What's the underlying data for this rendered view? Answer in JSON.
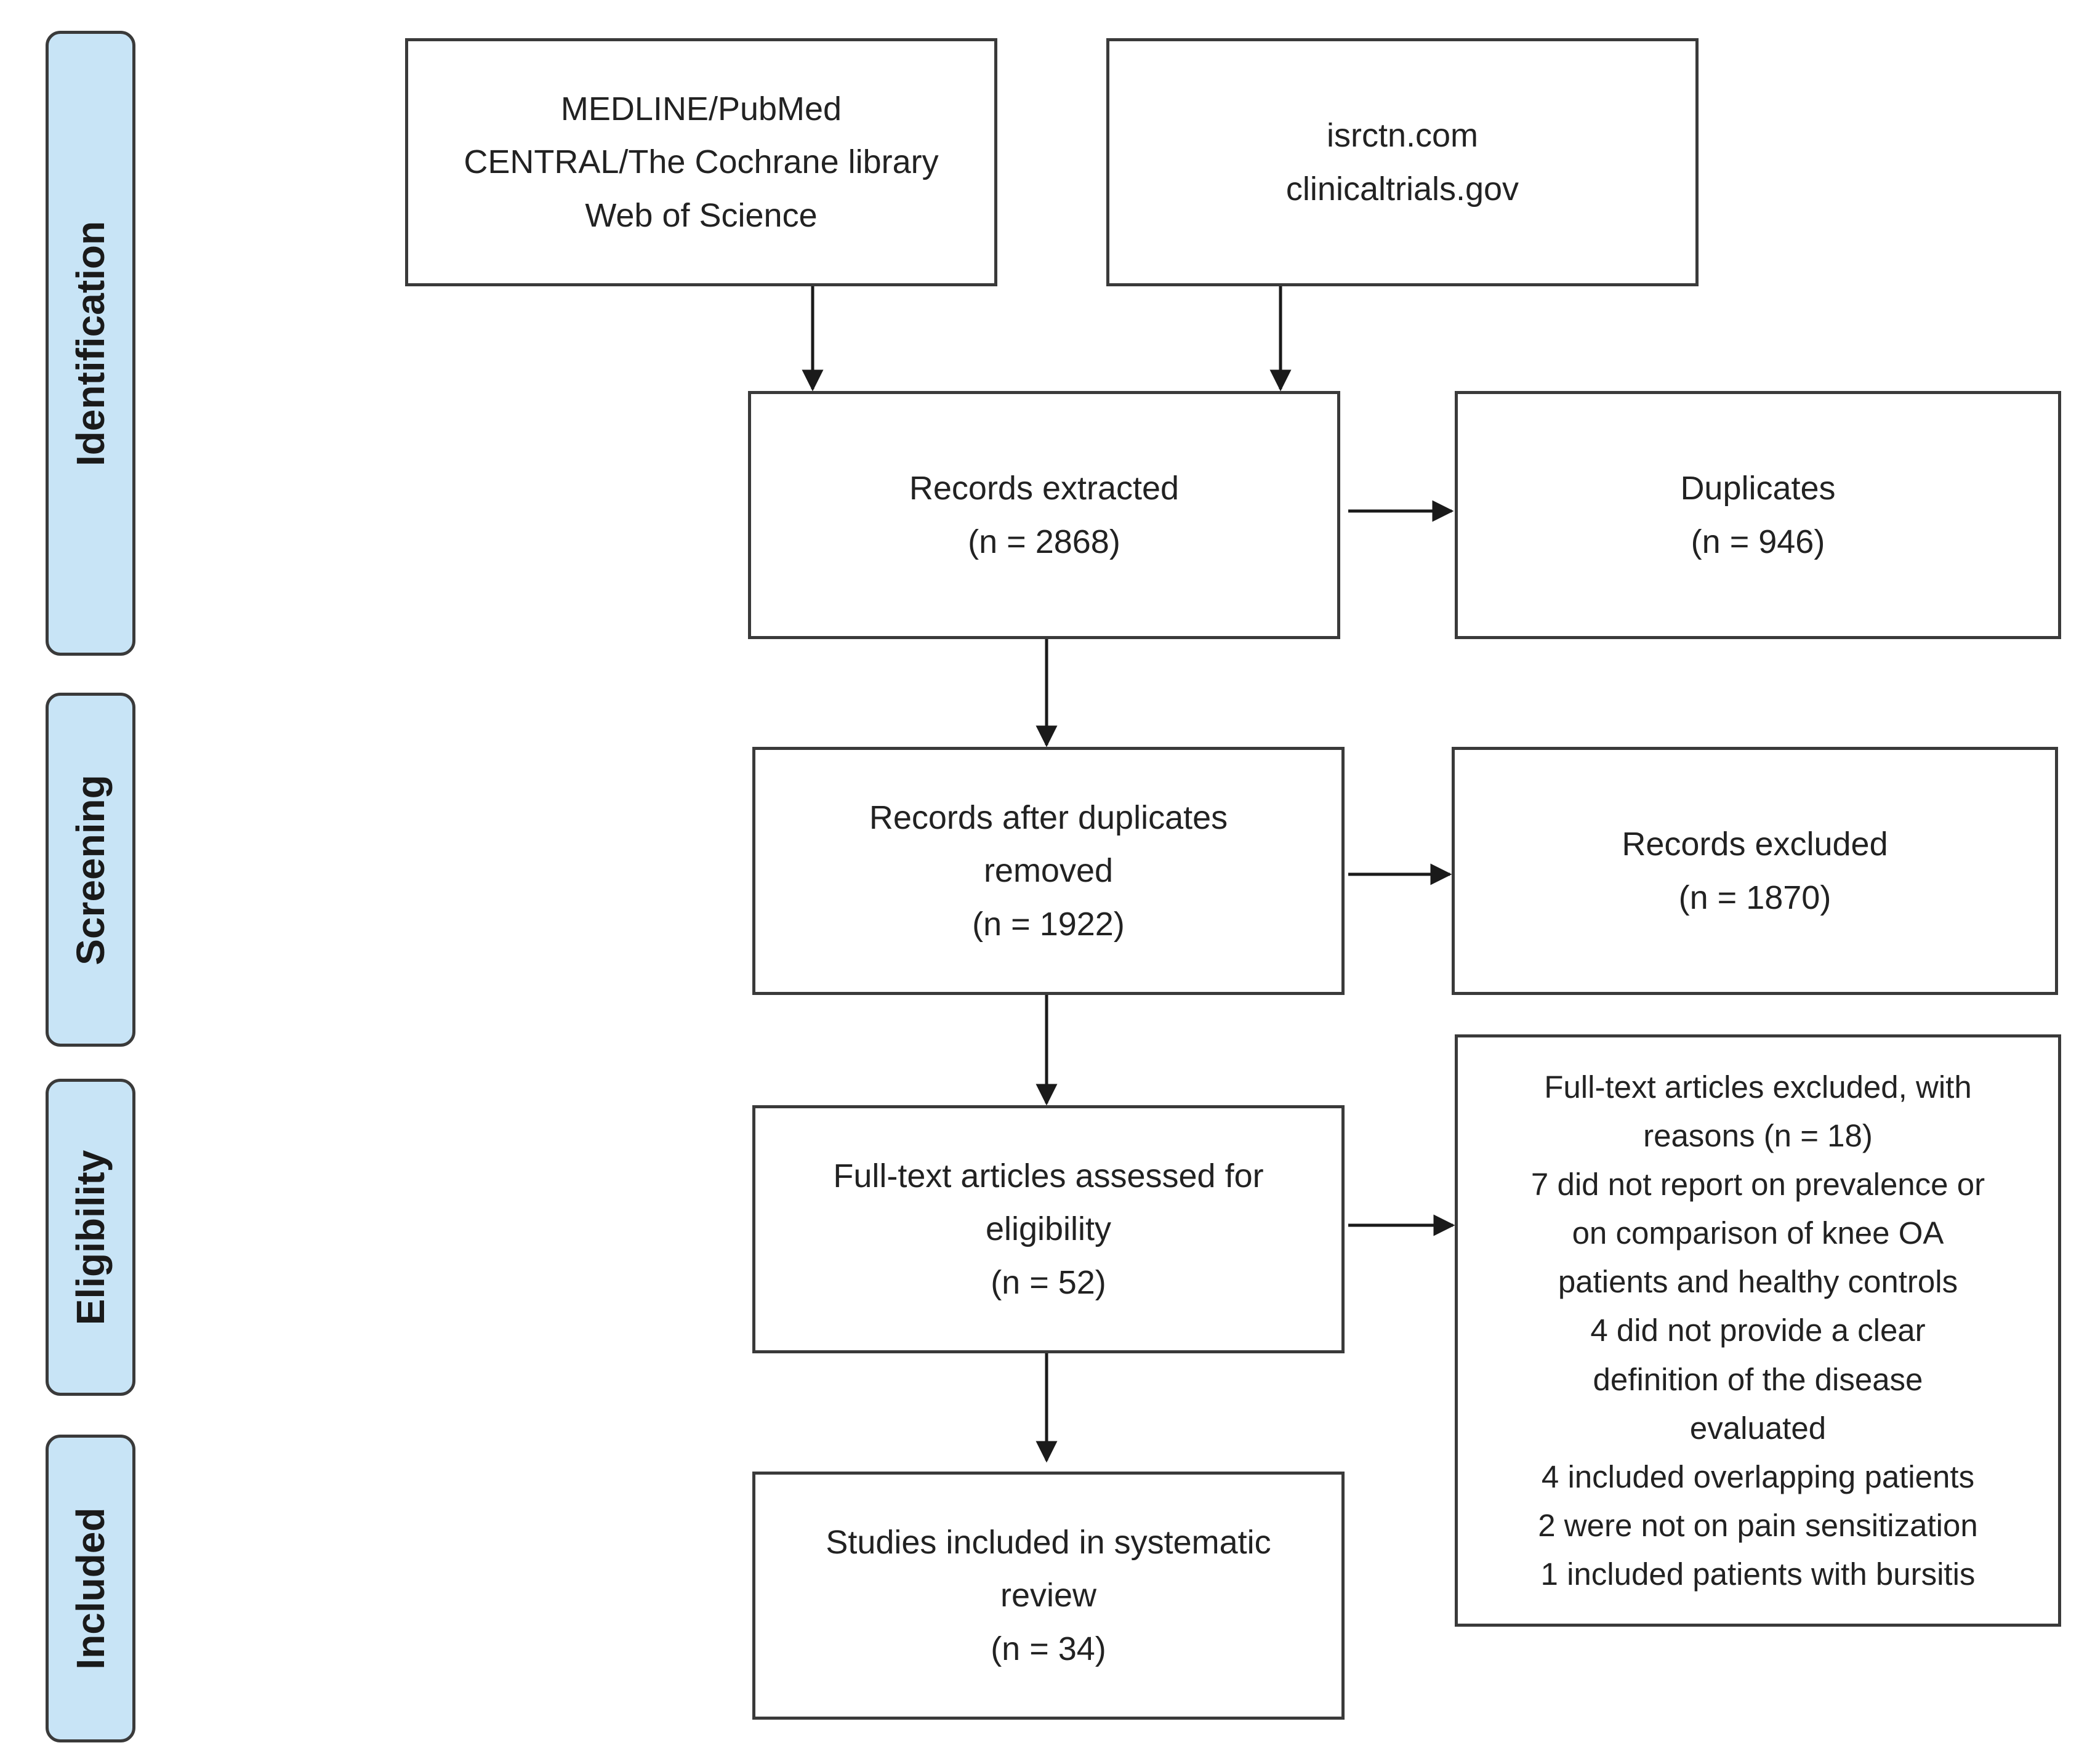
{
  "phases": {
    "identification": "Identification",
    "screening": "Screening",
    "eligibility": "Eligibility",
    "included": "Included"
  },
  "boxes": {
    "databases": [
      "MEDLINE/PubMed",
      "CENTRAL/The Cochrane library",
      "Web of Science"
    ],
    "registries": [
      "isrctn.com",
      "clinicaltrials.gov"
    ],
    "records_extracted": [
      "Records extracted",
      "(n = 2868)"
    ],
    "duplicates": [
      "Duplicates",
      "(n = 946)"
    ],
    "after_duplicates": [
      "Records after duplicates",
      "removed",
      "(n = 1922)"
    ],
    "records_excluded": [
      "Records excluded",
      "(n = 1870)"
    ],
    "fulltext_assessed": [
      "Full-text articles assessed for",
      "eligibility",
      "(n = 52)"
    ],
    "fulltext_excluded": [
      "Full-text articles excluded, with",
      "reasons (n = 18)",
      "7 did not report on prevalence or",
      "on comparison of knee OA",
      "patients and healthy controls",
      "4 did not provide a clear",
      "definition of the disease",
      "evaluated",
      "4 included overlapping patients",
      "2 were not on pain sensitization",
      "1 included patients with bursitis"
    ],
    "studies_included": [
      "Studies included in systematic",
      "review",
      "(n = 34)"
    ]
  }
}
